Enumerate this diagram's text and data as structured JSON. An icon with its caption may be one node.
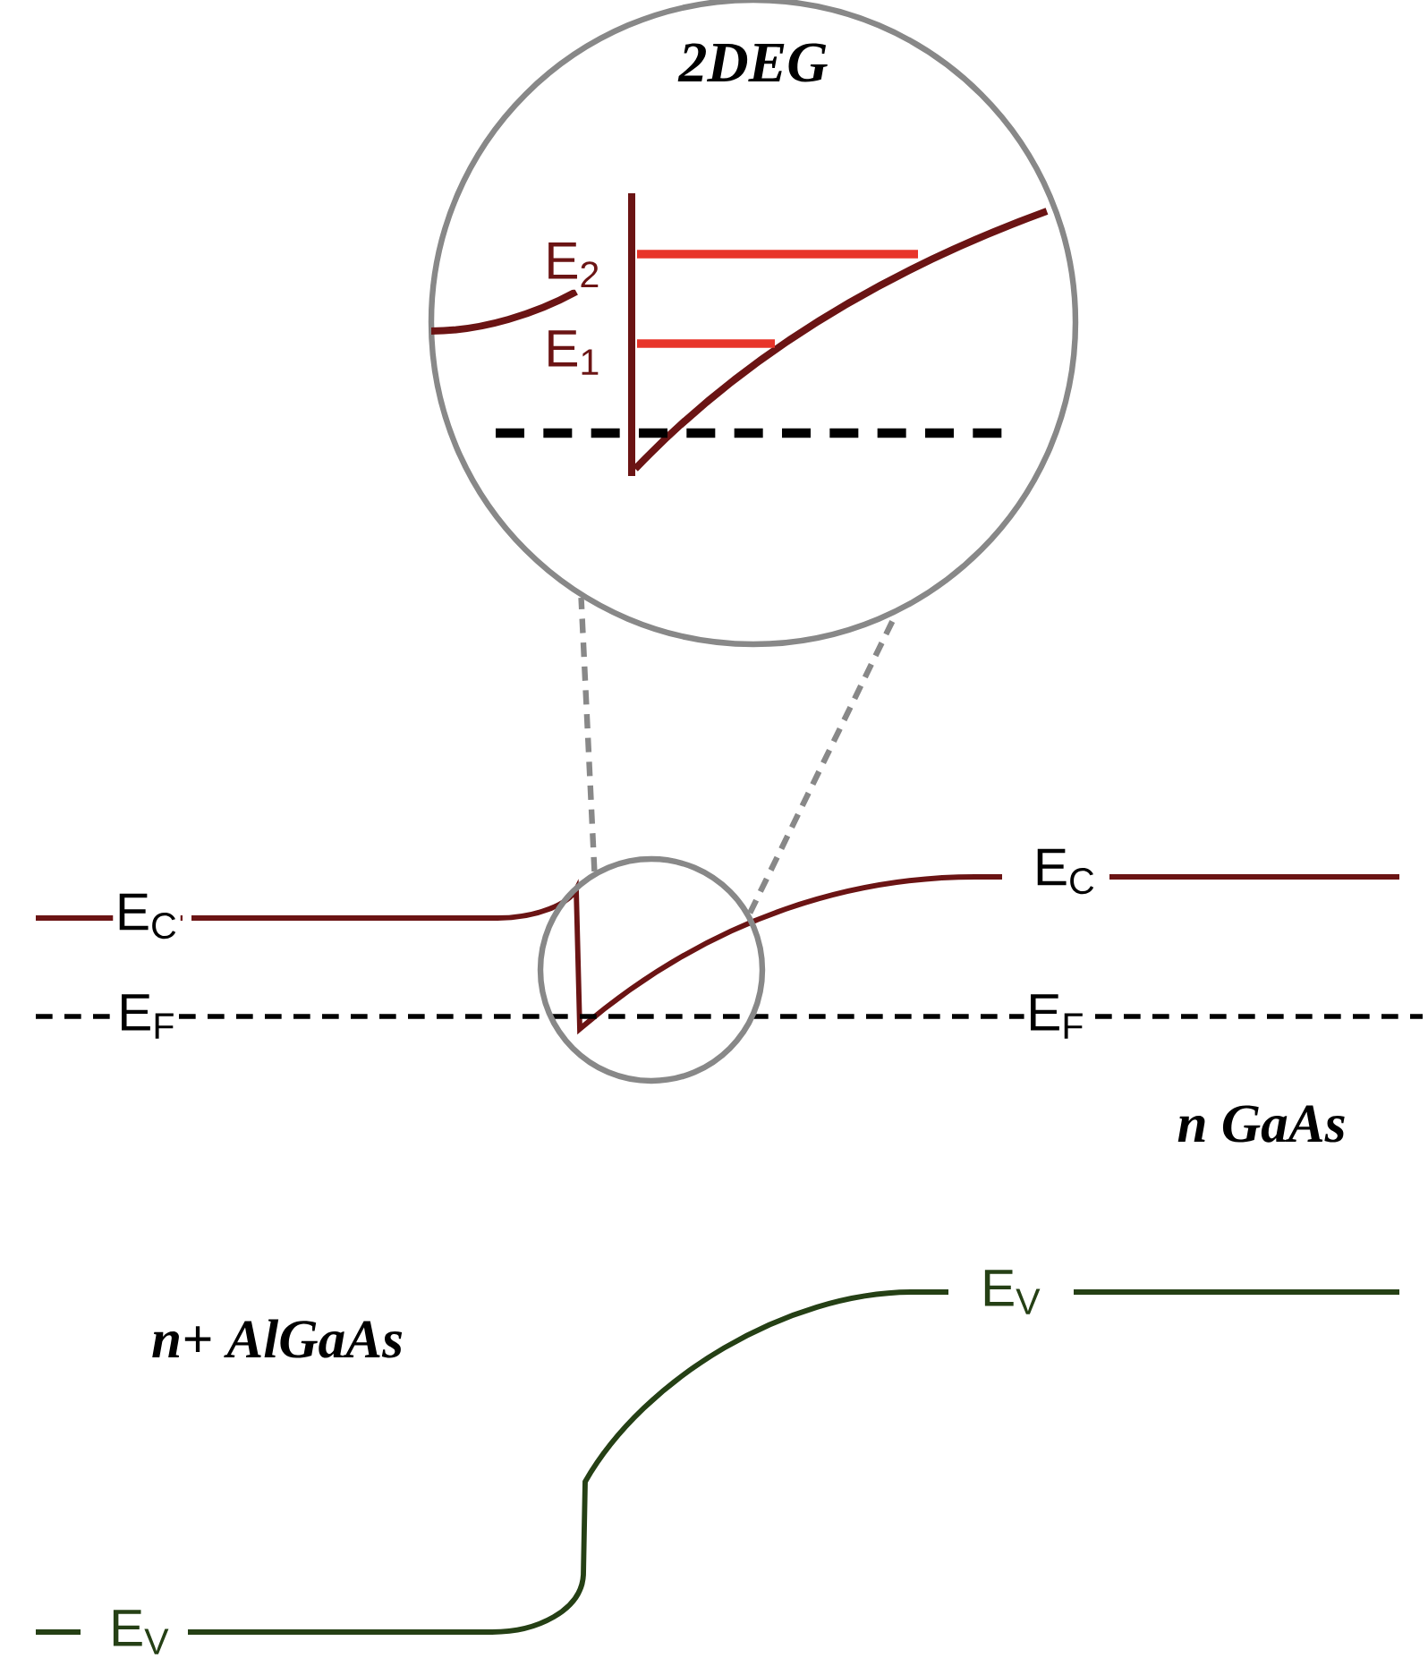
{
  "diagram": {
    "nodes": [
      {
        "text": [
          "2DEG"
        ]
      },
      {
        "text": [],
        "shape": "circle"
      }
    ],
    "edges": [
      {
        "from": 1,
        "to": 0,
        "arrow": "none",
        "style": "dashed"
      },
      {
        "from": 1,
        "to": 0,
        "arrow": "none",
        "style": "dashed"
      }
    ],
    "labels": [
      "E$_{2}$",
      "E$_{1}$",
      "E$_{C}$",
      "E$_{C}$",
      "E$_{F}$",
      "E$_{F}$",
      "n GaAs",
      "E$_{V}$",
      "n+ AlGaAs",
      "E$_{V}$"
    ]
  }
}
